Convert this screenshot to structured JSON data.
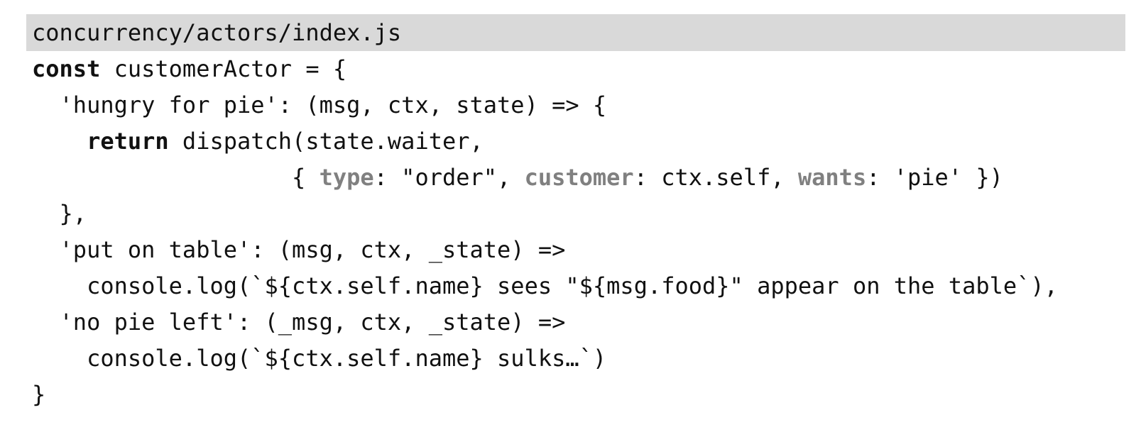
{
  "file": {
    "path": "concurrency/actors/index.js"
  },
  "code": {
    "lines": [
      {
        "segments": [
          {
            "text": "const",
            "style": "keyword"
          },
          {
            "text": " customerActor = {",
            "style": "plain"
          }
        ]
      },
      {
        "segments": [
          {
            "text": "  'hungry for pie': (msg, ctx, state) => {",
            "style": "plain"
          }
        ]
      },
      {
        "segments": [
          {
            "text": "    ",
            "style": "plain"
          },
          {
            "text": "return",
            "style": "keyword"
          },
          {
            "text": " dispatch(state.waiter,",
            "style": "plain"
          }
        ]
      },
      {
        "segments": [
          {
            "text": "                   { ",
            "style": "plain"
          },
          {
            "text": "type",
            "style": "property"
          },
          {
            "text": ": \"order\", ",
            "style": "plain"
          },
          {
            "text": "customer",
            "style": "property"
          },
          {
            "text": ": ctx.self, ",
            "style": "plain"
          },
          {
            "text": "wants",
            "style": "property"
          },
          {
            "text": ": 'pie' })",
            "style": "plain"
          }
        ]
      },
      {
        "segments": [
          {
            "text": "  },",
            "style": "plain"
          }
        ]
      },
      {
        "segments": [
          {
            "text": "  'put on table': (msg, ctx, _state) =>",
            "style": "plain"
          }
        ]
      },
      {
        "segments": [
          {
            "text": "    console.log(`${ctx.self.name} sees \"${msg.food}\" appear on the table`),",
            "style": "plain"
          }
        ]
      },
      {
        "segments": [
          {
            "text": "  'no pie left': (_msg, ctx, _state) =>",
            "style": "plain"
          }
        ]
      },
      {
        "segments": [
          {
            "text": "    console.log(`${ctx.self.name} sulks…`)",
            "style": "plain"
          }
        ]
      },
      {
        "segments": [
          {
            "text": "}",
            "style": "plain"
          }
        ]
      }
    ]
  },
  "colors": {
    "header_background": "#d9d9d9",
    "text": "#111111",
    "property_name": "#808080"
  }
}
